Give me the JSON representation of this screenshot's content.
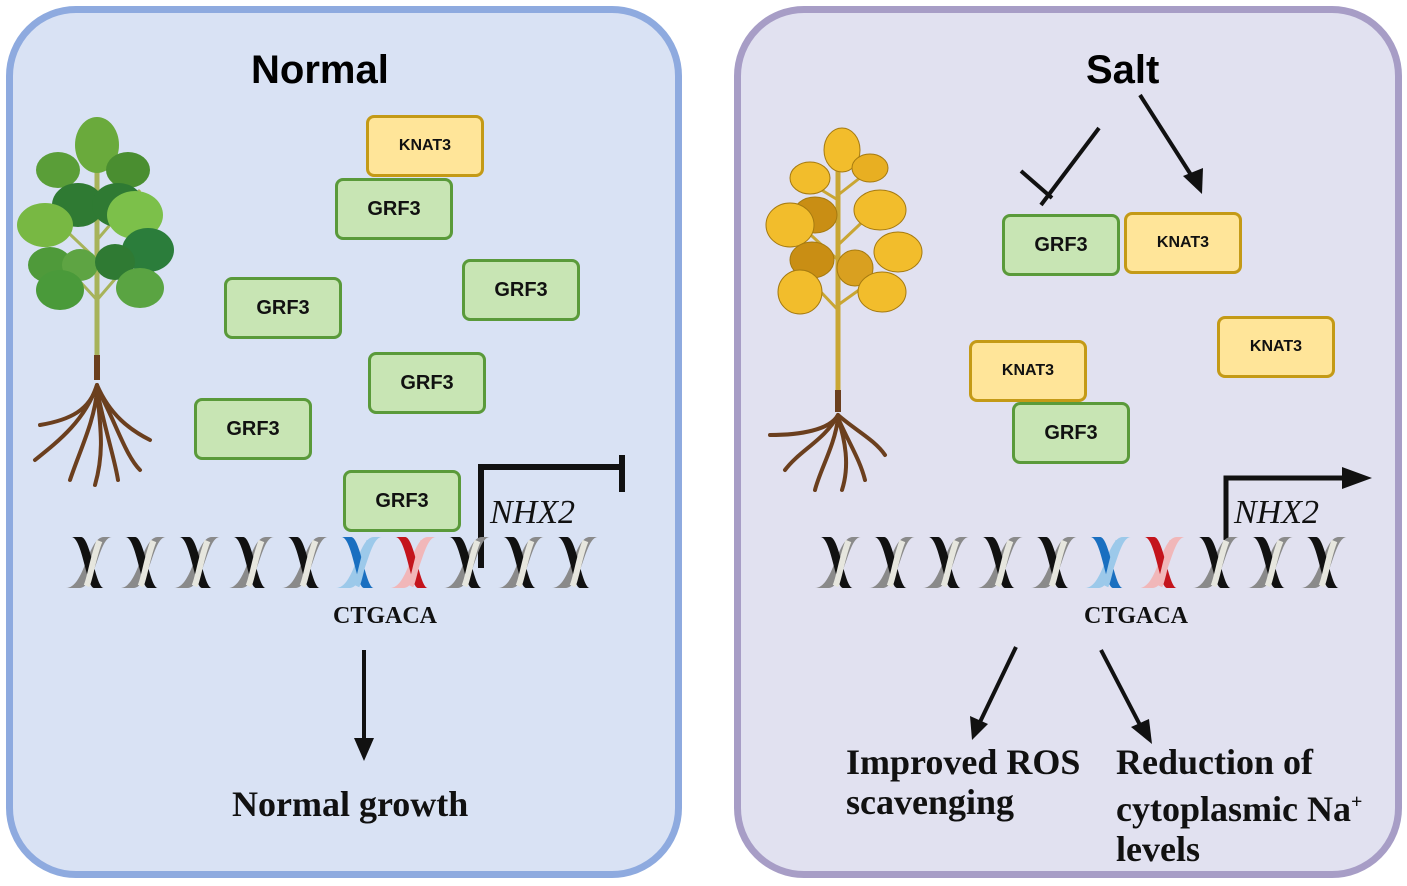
{
  "panels": {
    "normal": {
      "title": "Normal",
      "plant": "healthy-green-plant",
      "proteins": [
        "KNAT3",
        "GRF3",
        "GRF3",
        "GRF3",
        "GRF3",
        "GRF3",
        "GRF3"
      ],
      "bound_protein": "GRF3",
      "gene": "NHX2",
      "gene_state": "repressed",
      "motif": "CTGACA",
      "outcome": "Normal growth"
    },
    "salt": {
      "title": "Salt",
      "plant": "wilted-yellow-plant",
      "salt_effects": [
        {
          "target": "GRF3",
          "effect": "inhibits"
        },
        {
          "target": "KNAT3",
          "effect": "activates"
        }
      ],
      "proteins": [
        "GRF3",
        "KNAT3",
        "KNAT3",
        "KNAT3",
        "GRF3"
      ],
      "gene": "NHX2",
      "gene_state": "activated",
      "motif": "CTGACA",
      "outcomes": [
        {
          "line1": "Improved ROS",
          "line2": "scavenging"
        },
        {
          "line1": "Reduction of",
          "line2": "cytoplasmic Na",
          "sup": "+",
          "line3": "levels"
        }
      ]
    }
  },
  "colors": {
    "normal_bg": "#d9e2f4",
    "normal_border": "#8eaadf",
    "salt_bg": "#e1e1f0",
    "salt_border": "#a79dc6",
    "grf3_fill": "#c8e5b4",
    "grf3_border": "#5a9a3a",
    "knat3_fill": "#ffe599",
    "knat3_border": "#c49a16",
    "motif_blue": "#1a6fc0",
    "motif_red": "#c4141c"
  }
}
